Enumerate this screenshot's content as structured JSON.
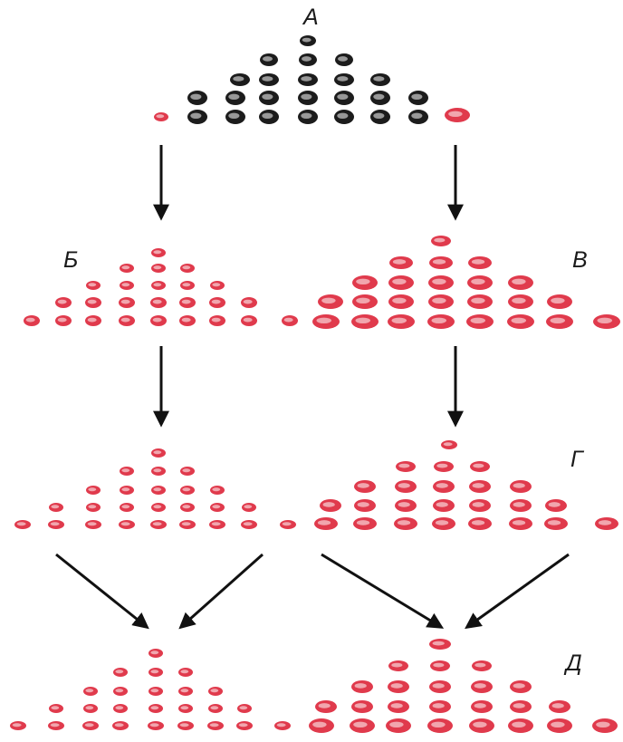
{
  "labels": {
    "a": "А",
    "b": "Б",
    "v": "В",
    "g": "Г",
    "d": "Д"
  },
  "colors": {
    "black_bean": "#1c1c1c",
    "red_bean": "#e03a4c",
    "arrow": "#111111",
    "background": "#ffffff"
  }
}
